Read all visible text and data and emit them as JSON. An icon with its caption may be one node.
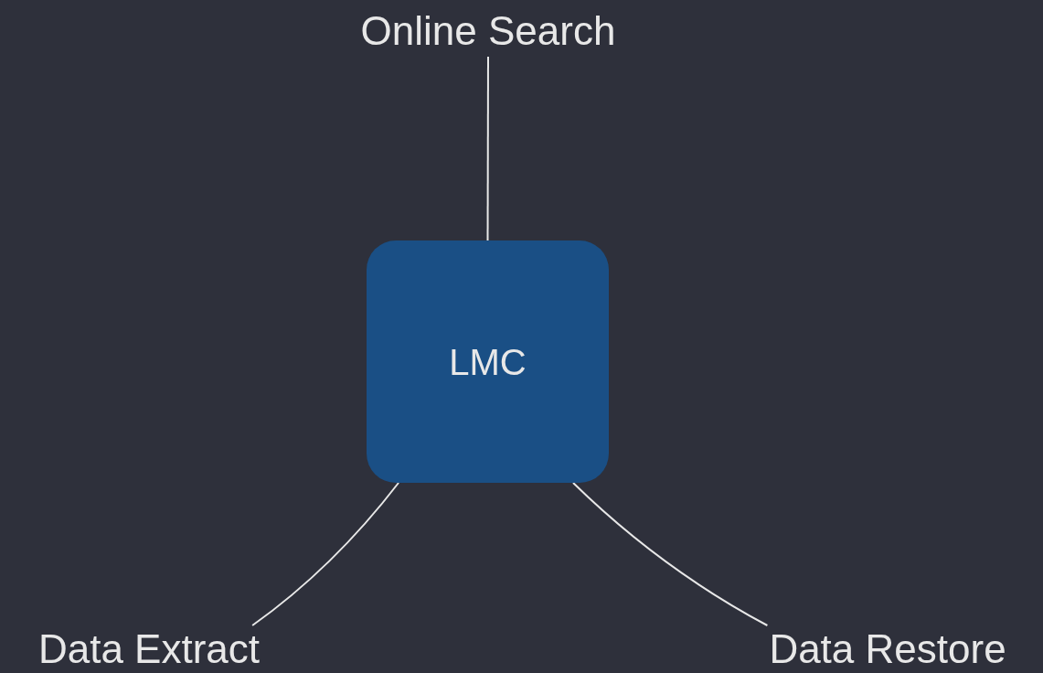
{
  "diagram": {
    "nodes": [
      {
        "text": [
          "Online Search"
        ]
      },
      {
        "text": [
          "LMC"
        ]
      },
      {
        "text": [
          "Data Extract"
        ]
      },
      {
        "text": [
          "Data Restore"
        ]
      }
    ],
    "edges": [
      {
        "from": 0,
        "to": 1,
        "arrow": "none"
      },
      {
        "from": 1,
        "to": 2,
        "arrow": "none"
      },
      {
        "from": 1,
        "to": 3,
        "arrow": "none"
      }
    ]
  }
}
